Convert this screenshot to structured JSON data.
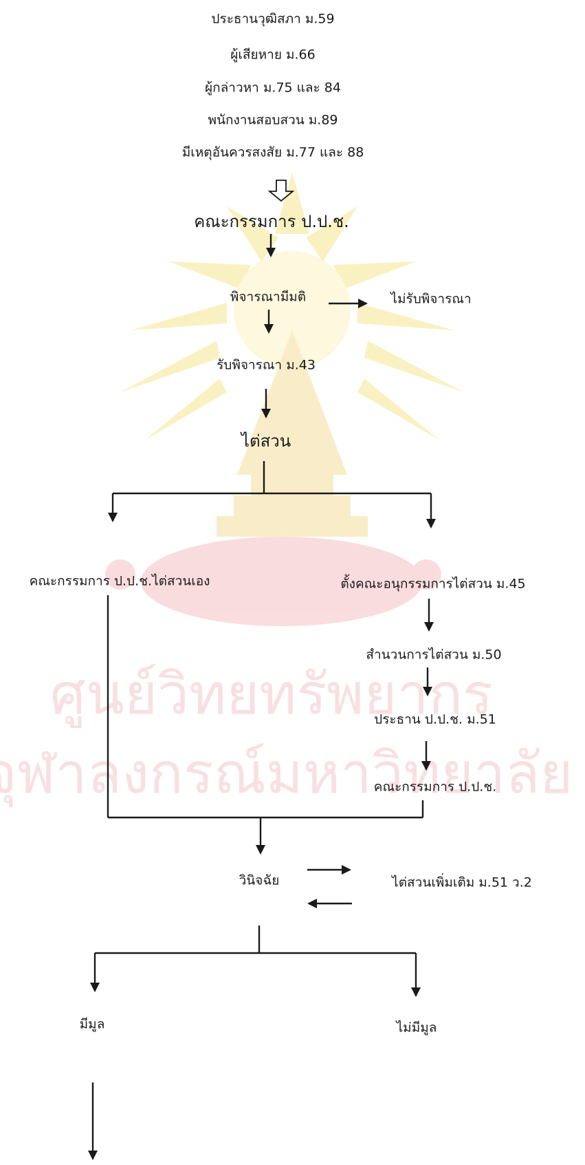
{
  "sources": [
    "ประธานวุฒิสภา ม.59",
    "ผู้เสียหาย ม.66",
    "ผู้กล่าวหา ม.75 และ 84",
    "พนักงานสอบสวน ม.89",
    "มีเหตุอันควรสงสัย ม.77 และ 88"
  ],
  "nodes": {
    "committee": "คณะกรรมการ ป.ป.ช.",
    "consider": "พิจารณามีมติ",
    "reject": "ไม่รับพิจารณา",
    "accept": "รับพิจารณา ม.43",
    "investigate": "ไต่สวน",
    "self_investigate": "คณะกรรมการ ป.ป.ช.ไต่สวนเอง",
    "subcommittee": "ตั้งคณะอนุกรรมการไต่สวน ม.45",
    "file": "สำนวนการไต่สวน ม.50",
    "chairman": "ประธาน ป.ป.ช. ม.51",
    "committee2": "คณะกรรมการ ป.ป.ช.",
    "decide": "วินิจฉัย",
    "more_investigation": "ไต่สวนเพิ่มเติม ม.51 ว.2",
    "merit": "มีมูล",
    "no_merit": "ไม่มีมูล"
  },
  "watermark": {
    "line1": "ศูนย์วิทยทรัพยากร",
    "line2": "จุฬาลงกรณ์มหาวิทยาลัย"
  },
  "colors": {
    "ink": "#1a1a1a",
    "watermark_text": "#f4c8cc",
    "seal_gold": "#f6e27a",
    "seal_pink": "#f3b3b8"
  }
}
